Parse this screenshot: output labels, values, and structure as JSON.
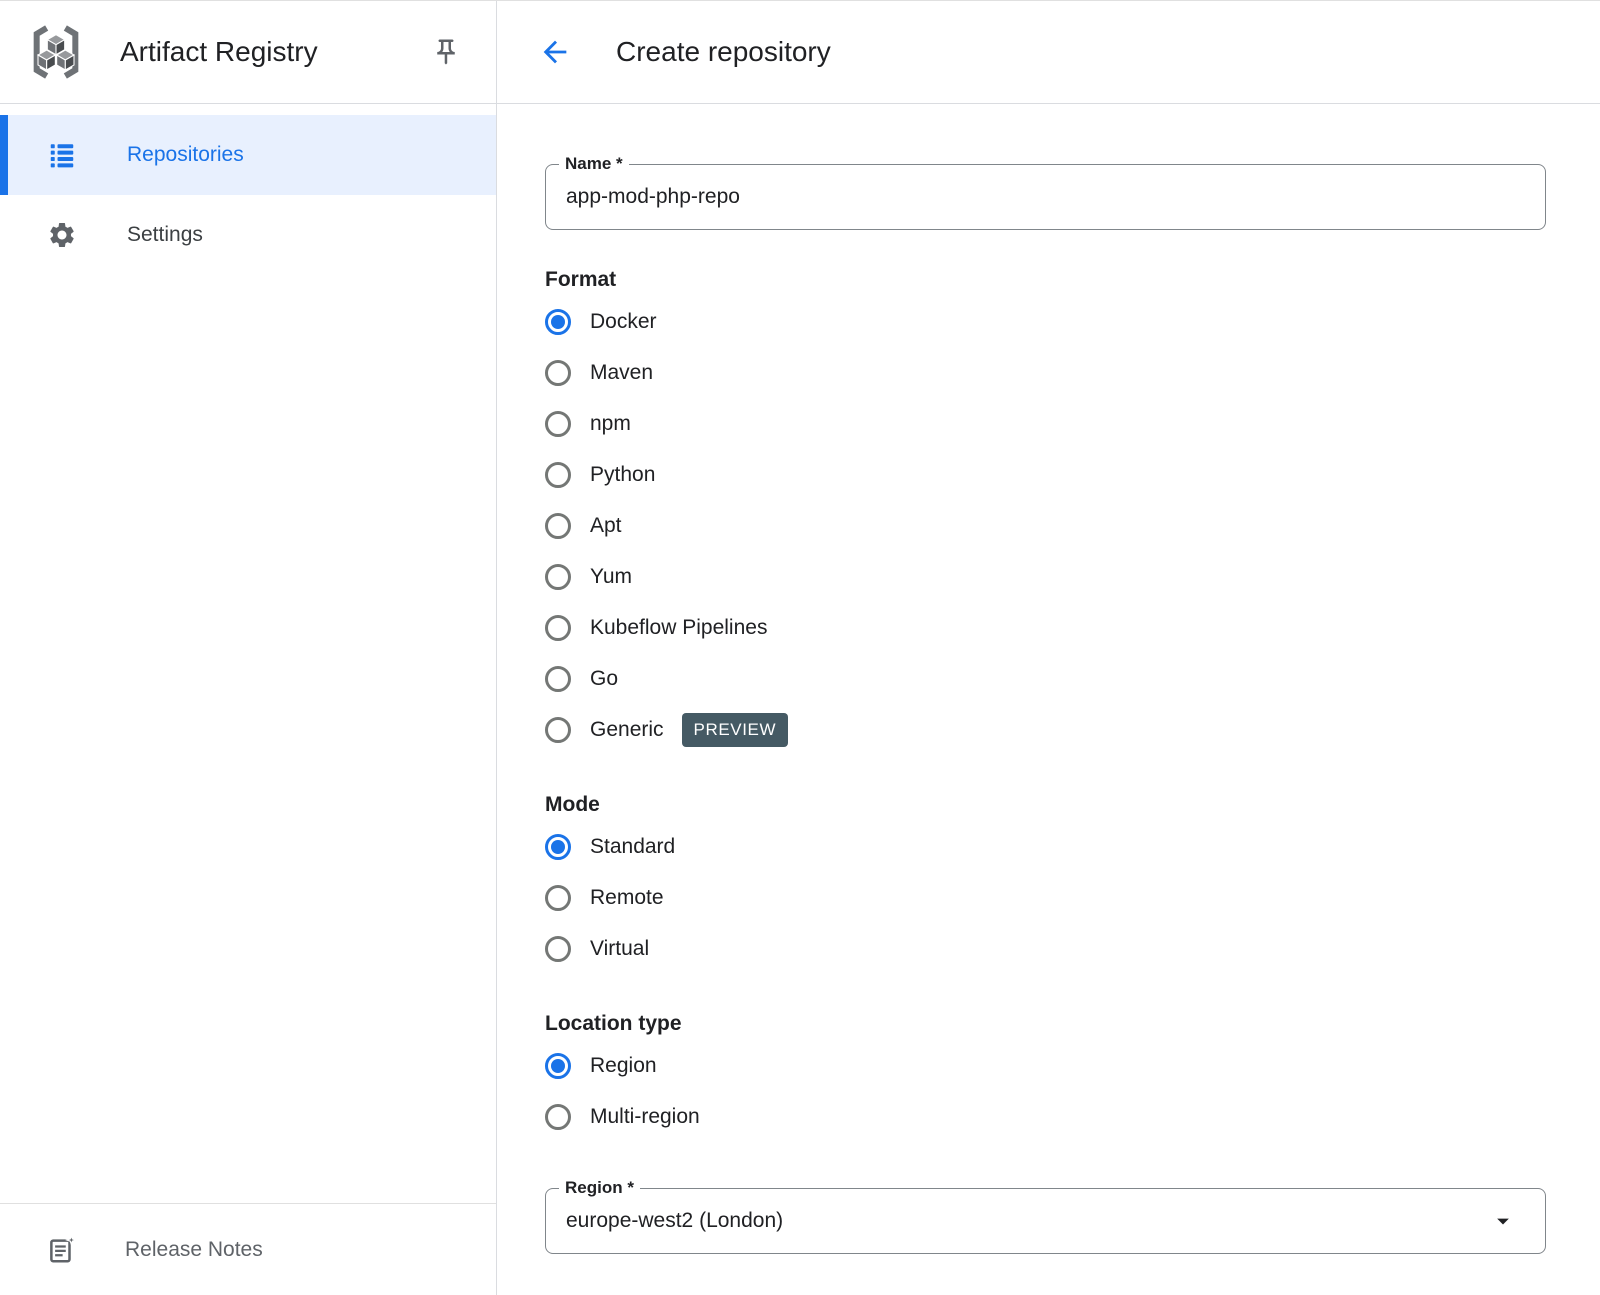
{
  "colors": {
    "accent": "#1a73e8",
    "selected_item_bg": "#e8f0fe",
    "preview_badge_bg": "#455a64",
    "text_primary": "#202124",
    "text_muted": "#5f6368",
    "divider": "#dadce0",
    "field_border": "#80868b"
  },
  "sidebar": {
    "logo_icon": "artifact-registry-logo",
    "title": "Artifact Registry",
    "pin_icon": "pin-icon",
    "items": [
      {
        "label": "Repositories",
        "icon": "list-icon",
        "selected": true
      },
      {
        "label": "Settings",
        "icon": "gear-icon",
        "selected": false
      }
    ],
    "footer": {
      "label": "Release Notes",
      "icon": "release-notes-icon"
    }
  },
  "header": {
    "back_icon": "back-arrow-icon",
    "title": "Create repository"
  },
  "form": {
    "name_field": {
      "label": "Name *",
      "value": "app-mod-php-repo"
    },
    "format": {
      "label": "Format",
      "options": [
        {
          "label": "Docker",
          "selected": true
        },
        {
          "label": "Maven",
          "selected": false
        },
        {
          "label": "npm",
          "selected": false
        },
        {
          "label": "Python",
          "selected": false
        },
        {
          "label": "Apt",
          "selected": false
        },
        {
          "label": "Yum",
          "selected": false
        },
        {
          "label": "Kubeflow Pipelines",
          "selected": false
        },
        {
          "label": "Go",
          "selected": false
        },
        {
          "label": "Generic",
          "selected": false,
          "badge": "PREVIEW"
        }
      ]
    },
    "mode": {
      "label": "Mode",
      "options": [
        {
          "label": "Standard",
          "selected": true
        },
        {
          "label": "Remote",
          "selected": false
        },
        {
          "label": "Virtual",
          "selected": false
        }
      ]
    },
    "location_type": {
      "label": "Location type",
      "options": [
        {
          "label": "Region",
          "selected": true
        },
        {
          "label": "Multi-region",
          "selected": false
        }
      ]
    },
    "region_field": {
      "label": "Region *",
      "value": "europe-west2 (London)",
      "dropdown_icon": "arrow-drop-down-icon"
    }
  }
}
